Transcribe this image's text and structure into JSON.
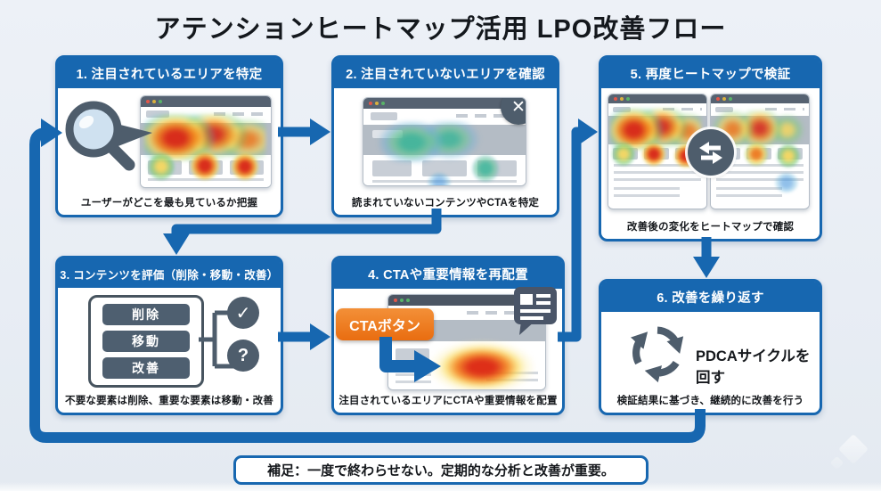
{
  "title": "アテンションヒートマップ活用 LPO改善フロー",
  "steps": [
    {
      "header": "1. 注目されているエリアを特定",
      "caption": "ユーザーがどこを最も見ているか把握"
    },
    {
      "header": "2. 注目されていないエリアを確認",
      "caption": "読まれていないコンテンツやCTAを特定"
    },
    {
      "header": "3. コンテンツを評価（削除・移動・改善）",
      "caption": "不要な要素は削除、重要な要素は移動・改善",
      "evaluation_buttons": [
        "削除",
        "移動",
        "改善"
      ]
    },
    {
      "header": "4. CTAや重要情報を再配置",
      "caption": "注目されているエリアにCTAや重要情報を配置",
      "cta_label": "CTAボタン"
    },
    {
      "header": "5. 再度ヒートマップで検証",
      "caption": "改善後の変化をヒートマップで確認"
    },
    {
      "header": "6. 改善を繰り返す",
      "caption": "検証結果に基づき、継続的に改善を行う",
      "body_text": "PDCAサイクルを回す"
    }
  ],
  "footnote": "補足：一度で終わらせない。定期的な分析と改善が重要。",
  "icon_glyphs": {
    "check": "✓",
    "question": "?",
    "x_mark": "✕"
  },
  "icons": [
    "magnifier-icon",
    "x-mark-icon",
    "check-icon",
    "question-icon",
    "document-bubble-icon",
    "swap-arrows-icon",
    "cycle-arrows-icon"
  ],
  "colors": {
    "accent_blue": "#1767b0",
    "slate": "#4e5d6c",
    "cta_orange": "#ec7014",
    "background": "#e9eef5",
    "heat_hot_core": "#da2512",
    "heat_cool_core": "#37b496"
  }
}
